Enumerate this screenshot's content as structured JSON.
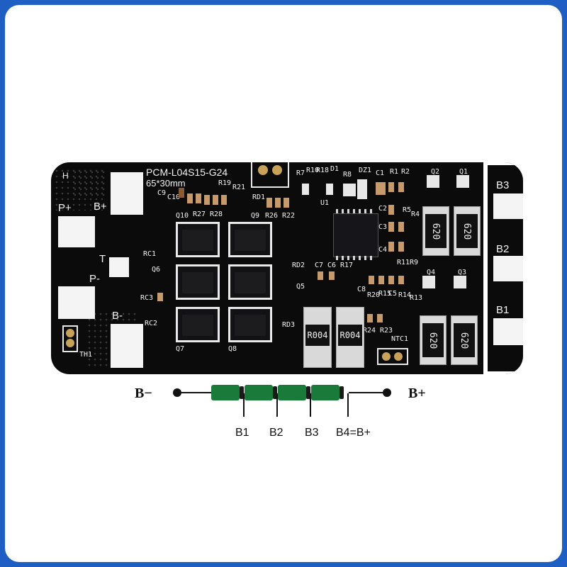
{
  "board": {
    "model": "PCM-L04S15-G24",
    "size": "65*30mm",
    "left_pads": {
      "h": "H",
      "p_plus": "P+",
      "b_plus": "B+",
      "t": "T",
      "p_minus": "P-",
      "b_minus": "B-",
      "th1": "TH1"
    },
    "right_pads": {
      "b3": "B3",
      "b2": "B2",
      "b1": "B1"
    },
    "designators": {
      "c9": "C9",
      "c10": "C10",
      "r19": "R19",
      "r21": "R21",
      "q10": "Q10",
      "r27": "R27",
      "r28": "R28",
      "rd1": "RD1",
      "q9": "Q9",
      "r26": "R26",
      "r22": "R22",
      "r7": "R7",
      "r10": "R10",
      "r18": "R18",
      "d1": "D1",
      "r8": "R8",
      "dz1": "DZ1",
      "c1": "C1",
      "r1": "R1",
      "r2": "R2",
      "u1": "U1",
      "c2": "C2",
      "r5": "R5",
      "r4": "R4",
      "c3": "C3",
      "c4": "C4",
      "r11": "R11",
      "r9": "R9",
      "q2": "Q2",
      "q1": "Q1",
      "q4": "Q4",
      "q3": "Q3",
      "rc1": "RC1",
      "q6": "Q6",
      "rc3": "RC3",
      "rc2": "RC2",
      "q7": "Q7",
      "q8": "Q8",
      "rd2": "RD2",
      "q5": "Q5",
      "rd3": "RD3",
      "c7": "C7",
      "c6": "C6",
      "r17": "R17",
      "c8": "C8",
      "r20": "R20",
      "r15": "R15",
      "c5": "C5",
      "r14": "R14",
      "r13": "R13",
      "r24": "R24",
      "r23": "R23",
      "ntc1": "NTC1"
    },
    "shunts": [
      "R004",
      "R004"
    ],
    "balance_resistors": [
      "620",
      "620",
      "620",
      "620"
    ]
  },
  "wiring": {
    "b_minus": "B−",
    "b_plus": "B+",
    "taps": [
      "B1",
      "B2",
      "B3",
      "B4=B+"
    ]
  },
  "colors": {
    "frame": "#1f5fc4",
    "pcb": "#0b0b0c",
    "cell": "#1a7a3a"
  }
}
